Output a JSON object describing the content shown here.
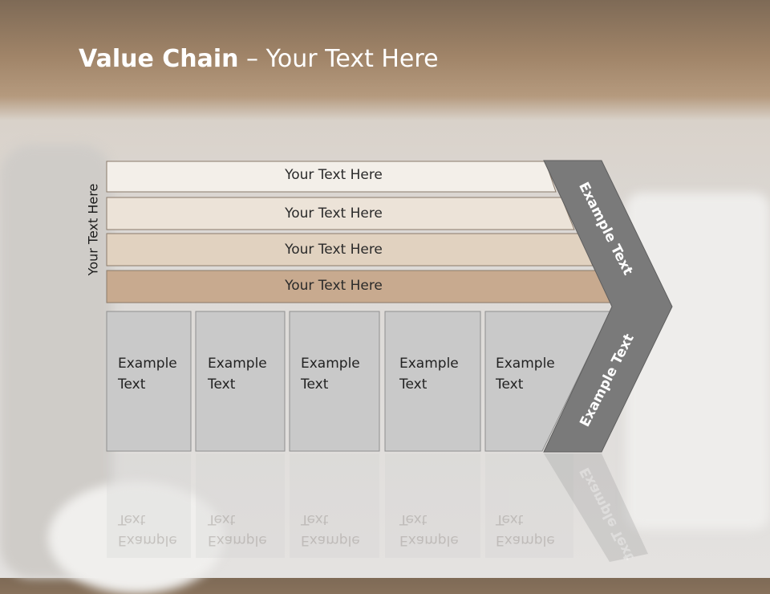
{
  "title": {
    "bold": "Value Chain",
    "rest": " – Your Text Here"
  },
  "side_label": "Your Text Here",
  "rows": [
    {
      "label": "Your Text Here",
      "color": "#f3efe9"
    },
    {
      "label": "Your Text Here",
      "color": "#ece3d8"
    },
    {
      "label": "Your Text Here",
      "color": "#e1d2c0"
    },
    {
      "label": "Your Text Here",
      "color": "#c8aa8f"
    }
  ],
  "cells": [
    {
      "line1": "Example",
      "line2": "Text"
    },
    {
      "line1": "Example",
      "line2": "Text"
    },
    {
      "line1": "Example",
      "line2": "Text"
    },
    {
      "line1": "Example",
      "line2": "Text"
    },
    {
      "line1": "Example",
      "line2": "Text"
    }
  ],
  "chevron": {
    "upper_label": "Example Text",
    "lower_label": "Example Text",
    "color": "#7a7a7a"
  },
  "cell_color": "#c9c9c9"
}
